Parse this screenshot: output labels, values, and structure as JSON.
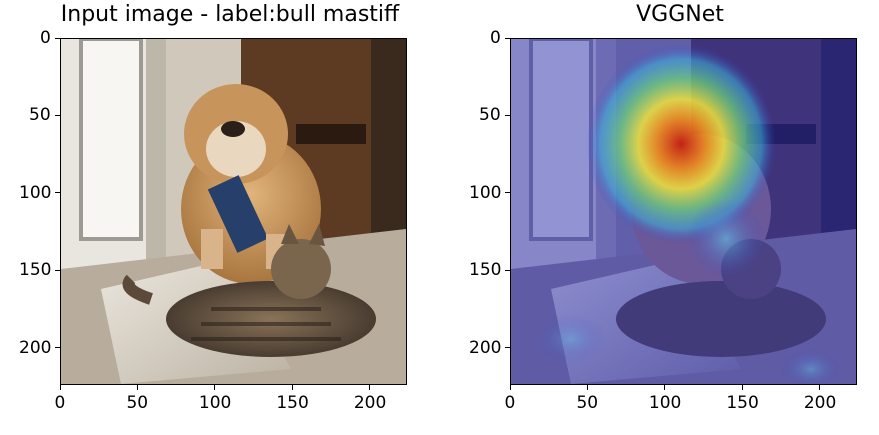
{
  "panels": [
    {
      "title": "Input image - label:bull mastiff",
      "xticks": [
        "0",
        "50",
        "100",
        "150",
        "200"
      ],
      "yticks": [
        "0",
        "50",
        "100",
        "150",
        "200"
      ]
    },
    {
      "title": "VGGNet",
      "xticks": [
        "0",
        "50",
        "100",
        "150",
        "200"
      ],
      "yticks": [
        "0",
        "50",
        "100",
        "150",
        "200"
      ]
    }
  ],
  "image_extent": [
    0,
    224
  ],
  "tick_values": [
    0,
    50,
    100,
    150,
    200
  ],
  "heatmap_colormap": "jet",
  "colors": {
    "wall": "#d8d2c6",
    "floor": "#b9ad9c",
    "door": "#5c3b22",
    "dog": "#c99a5e",
    "cat": "#6f5a45",
    "overlay_base": "#2a2f9e"
  }
}
